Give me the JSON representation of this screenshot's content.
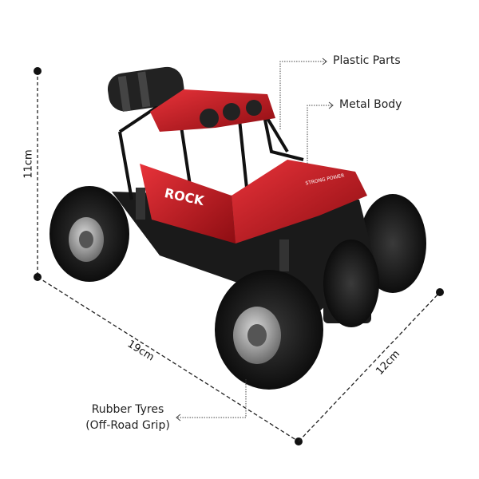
{
  "callouts": {
    "plastic_parts": "Plastic Parts",
    "metal_body": "Metal Body",
    "rubber_tyres_line1": "Rubber Tyres",
    "rubber_tyres_line2": "(Off-Road Grip)"
  },
  "dimensions": {
    "height": "11cm",
    "length": "19cm",
    "width": "12cm"
  },
  "product": {
    "body_text": "ROCK",
    "hood_text": "STRONG POWER",
    "body_color": "#c8161d"
  }
}
